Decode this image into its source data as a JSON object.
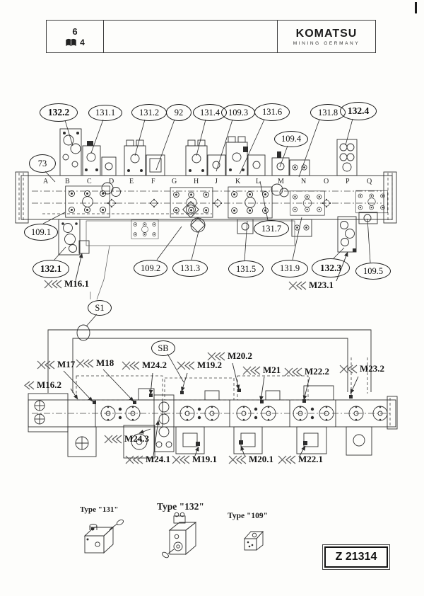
{
  "header": {
    "page_number": "6",
    "sheet_number": "4",
    "brand": "KOMATSU",
    "brand_subtitle": "MINING GERMANY"
  },
  "diagram1": {
    "rail_letters": [
      "A",
      "B",
      "C",
      "D",
      "E",
      "F",
      "G",
      "H",
      "J",
      "K",
      "L",
      "M",
      "N",
      "O",
      "P",
      "Q"
    ],
    "callouts": {
      "c132_2": "132.2",
      "c131_1": "131.1",
      "c131_2": "131.2",
      "c92": "92",
      "c131_4": "131.4",
      "c109_3": "109.3",
      "c131_6": "131.6",
      "c109_4": "109.4",
      "c131_8": "131.8",
      "c132_4": "132.4",
      "c73": "73",
      "c109_1": "109.1",
      "c132_1": "132.1",
      "c109_2": "109.2",
      "c131_3": "131.3",
      "c131_7": "131.7",
      "c131_5": "131.5",
      "c131_9": "131.9",
      "c132_3": "132.3",
      "c109_5": "109.5"
    },
    "measuring_points": {
      "m16_1": "M16.1",
      "m23_1": "M23.1"
    }
  },
  "connector": {
    "s1": "S1"
  },
  "diagram2": {
    "sb": "SB",
    "measuring_points": {
      "m16_2": "M16.2",
      "m17": "M17",
      "m18": "M18",
      "m24_2": "M24.2",
      "m19_2": "M19.2",
      "m20_2": "M20.2",
      "m21": "M21",
      "m22_2": "M22.2",
      "m23_2": "M23.2",
      "m24_3": "M24.3",
      "m24_1": "M24.1",
      "m19_1": "M19.1",
      "m20_1": "M20.1",
      "m22_1": "M22.1"
    }
  },
  "legend": {
    "type_131": "Type \"131\"",
    "type_132": "Type \"132\"",
    "type_109": "Type \"109\""
  },
  "footer": {
    "drawing_number": "Z 21314"
  }
}
